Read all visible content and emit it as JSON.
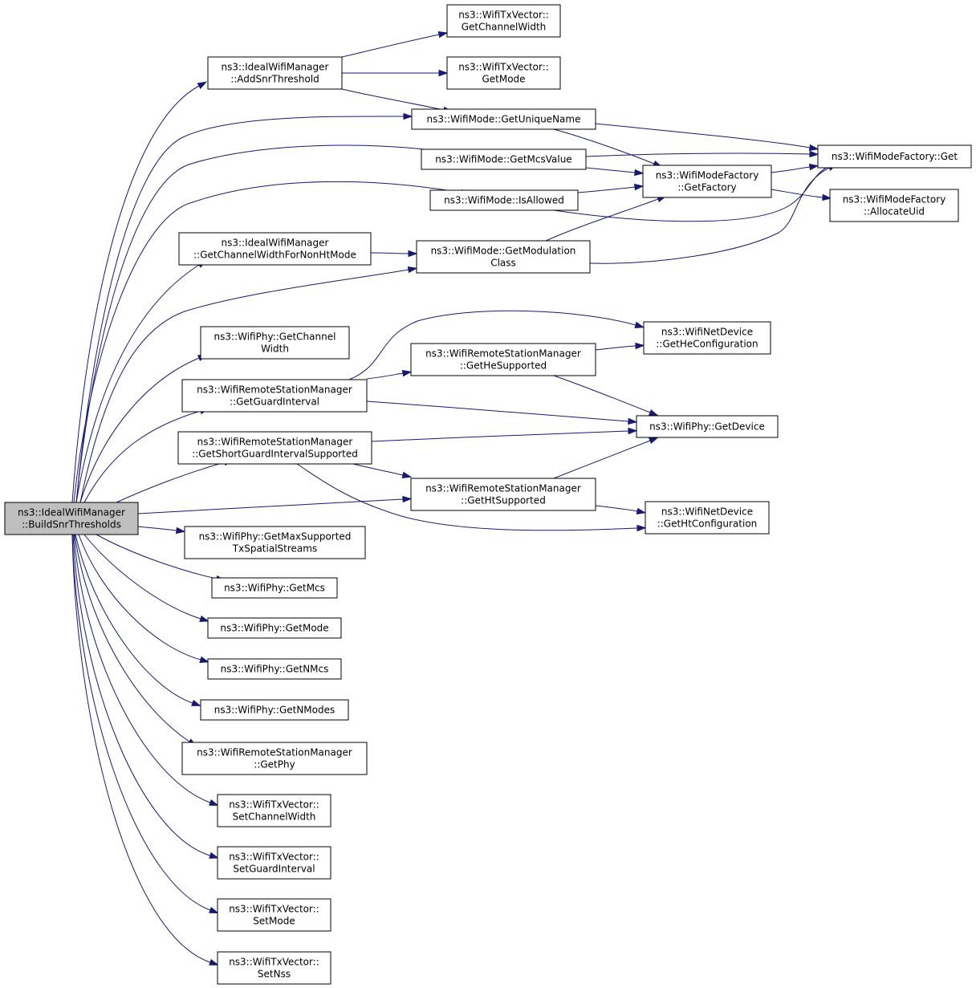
{
  "diagram": {
    "nodes": [
      {
        "id": "root",
        "lines": [
          "ns3::IdealWifiManager",
          "::BuildSnrThresholds"
        ],
        "root": true
      },
      {
        "id": "addsnr",
        "lines": [
          "ns3::IdealWifiManager",
          "::AddSnrThreshold"
        ]
      },
      {
        "id": "txv_getchw",
        "lines": [
          "ns3::WifiTxVector::",
          "GetChannelWidth"
        ]
      },
      {
        "id": "txv_getmode",
        "lines": [
          "ns3::WifiTxVector::",
          "GetMode"
        ]
      },
      {
        "id": "wm_uniq",
        "lines": [
          "ns3::WifiMode::GetUniqueName"
        ]
      },
      {
        "id": "wm_mcs",
        "lines": [
          "ns3::WifiMode::GetMcsValue"
        ]
      },
      {
        "id": "wm_allowed",
        "lines": [
          "ns3::WifiMode::IsAllowed"
        ]
      },
      {
        "id": "wmf_get",
        "lines": [
          "ns3::WifiModeFactory::Get"
        ]
      },
      {
        "id": "wmf_factory",
        "lines": [
          "ns3::WifiModeFactory",
          "::GetFactory"
        ]
      },
      {
        "id": "wmf_alloc",
        "lines": [
          "ns3::WifiModeFactory",
          "::AllocateUid"
        ]
      },
      {
        "id": "iwm_chwnonht",
        "lines": [
          "ns3::IdealWifiManager",
          "::GetChannelWidthForNonHtMode"
        ]
      },
      {
        "id": "wm_modclass",
        "lines": [
          "ns3::WifiMode::GetModulation",
          "Class"
        ]
      },
      {
        "id": "phy_getchw",
        "lines": [
          "ns3::WifiPhy::GetChannel",
          "Width"
        ]
      },
      {
        "id": "rsm_gi",
        "lines": [
          "ns3::WifiRemoteStationManager",
          "::GetGuardInterval"
        ]
      },
      {
        "id": "rsm_hesup",
        "lines": [
          "ns3::WifiRemoteStationManager",
          "::GetHeSupported"
        ]
      },
      {
        "id": "nd_hecfg",
        "lines": [
          "ns3::WifiNetDevice",
          "::GetHeConfiguration"
        ]
      },
      {
        "id": "phy_getdev",
        "lines": [
          "ns3::WifiPhy::GetDevice"
        ]
      },
      {
        "id": "rsm_sgi",
        "lines": [
          "ns3::WifiRemoteStationManager",
          "::GetShortGuardIntervalSupported"
        ]
      },
      {
        "id": "rsm_htsup",
        "lines": [
          "ns3::WifiRemoteStationManager",
          "::GetHtSupported"
        ]
      },
      {
        "id": "nd_htcfg",
        "lines": [
          "ns3::WifiNetDevice",
          "::GetHtConfiguration"
        ]
      },
      {
        "id": "phy_maxss",
        "lines": [
          "ns3::WifiPhy::GetMaxSupported",
          "TxSpatialStreams"
        ]
      },
      {
        "id": "phy_getmcs",
        "lines": [
          "ns3::WifiPhy::GetMcs"
        ]
      },
      {
        "id": "phy_getmode",
        "lines": [
          "ns3::WifiPhy::GetMode"
        ]
      },
      {
        "id": "phy_getnmcs",
        "lines": [
          "ns3::WifiPhy::GetNMcs"
        ]
      },
      {
        "id": "phy_getnmodes",
        "lines": [
          "ns3::WifiPhy::GetNModes"
        ]
      },
      {
        "id": "rsm_getphy",
        "lines": [
          "ns3::WifiRemoteStationManager",
          "::GetPhy"
        ]
      },
      {
        "id": "txv_setchw",
        "lines": [
          "ns3::WifiTxVector::",
          "SetChannelWidth"
        ]
      },
      {
        "id": "txv_setgi",
        "lines": [
          "ns3::WifiTxVector::",
          "SetGuardInterval"
        ]
      },
      {
        "id": "txv_setmode",
        "lines": [
          "ns3::WifiTxVector::",
          "SetMode"
        ]
      },
      {
        "id": "txv_setnss",
        "lines": [
          "ns3::WifiTxVector::",
          "SetNss"
        ]
      }
    ],
    "edges": [
      [
        "root",
        "addsnr"
      ],
      [
        "root",
        "wm_uniq"
      ],
      [
        "root",
        "wm_mcs"
      ],
      [
        "root",
        "wm_allowed"
      ],
      [
        "root",
        "iwm_chwnonht"
      ],
      [
        "root",
        "wm_modclass"
      ],
      [
        "root",
        "phy_getchw"
      ],
      [
        "root",
        "rsm_gi"
      ],
      [
        "root",
        "rsm_sgi"
      ],
      [
        "root",
        "rsm_htsup"
      ],
      [
        "root",
        "phy_maxss"
      ],
      [
        "root",
        "phy_getmcs"
      ],
      [
        "root",
        "phy_getmode"
      ],
      [
        "root",
        "phy_getnmcs"
      ],
      [
        "root",
        "phy_getnmodes"
      ],
      [
        "root",
        "rsm_getphy"
      ],
      [
        "root",
        "txv_setchw"
      ],
      [
        "root",
        "txv_setgi"
      ],
      [
        "root",
        "txv_setmode"
      ],
      [
        "root",
        "txv_setnss"
      ],
      [
        "addsnr",
        "txv_getchw"
      ],
      [
        "addsnr",
        "txv_getmode"
      ],
      [
        "addsnr",
        "wm_uniq"
      ],
      [
        "wm_uniq",
        "wmf_get"
      ],
      [
        "wm_uniq",
        "wmf_factory"
      ],
      [
        "wm_mcs",
        "wmf_get"
      ],
      [
        "wm_mcs",
        "wmf_factory"
      ],
      [
        "wm_allowed",
        "wmf_factory"
      ],
      [
        "wm_allowed",
        "wmf_get"
      ],
      [
        "wmf_factory",
        "wmf_get"
      ],
      [
        "wmf_factory",
        "wmf_alloc"
      ],
      [
        "iwm_chwnonht",
        "wm_modclass"
      ],
      [
        "wm_modclass",
        "wmf_factory"
      ],
      [
        "wm_modclass",
        "wmf_get"
      ],
      [
        "rsm_gi",
        "nd_hecfg"
      ],
      [
        "rsm_gi",
        "rsm_hesup"
      ],
      [
        "rsm_gi",
        "phy_getdev"
      ],
      [
        "rsm_hesup",
        "nd_hecfg"
      ],
      [
        "rsm_hesup",
        "phy_getdev"
      ],
      [
        "rsm_sgi",
        "phy_getdev"
      ],
      [
        "rsm_sgi",
        "rsm_htsup"
      ],
      [
        "rsm_sgi",
        "nd_htcfg"
      ],
      [
        "rsm_htsup",
        "phy_getdev"
      ],
      [
        "rsm_htsup",
        "nd_htcfg"
      ]
    ]
  }
}
